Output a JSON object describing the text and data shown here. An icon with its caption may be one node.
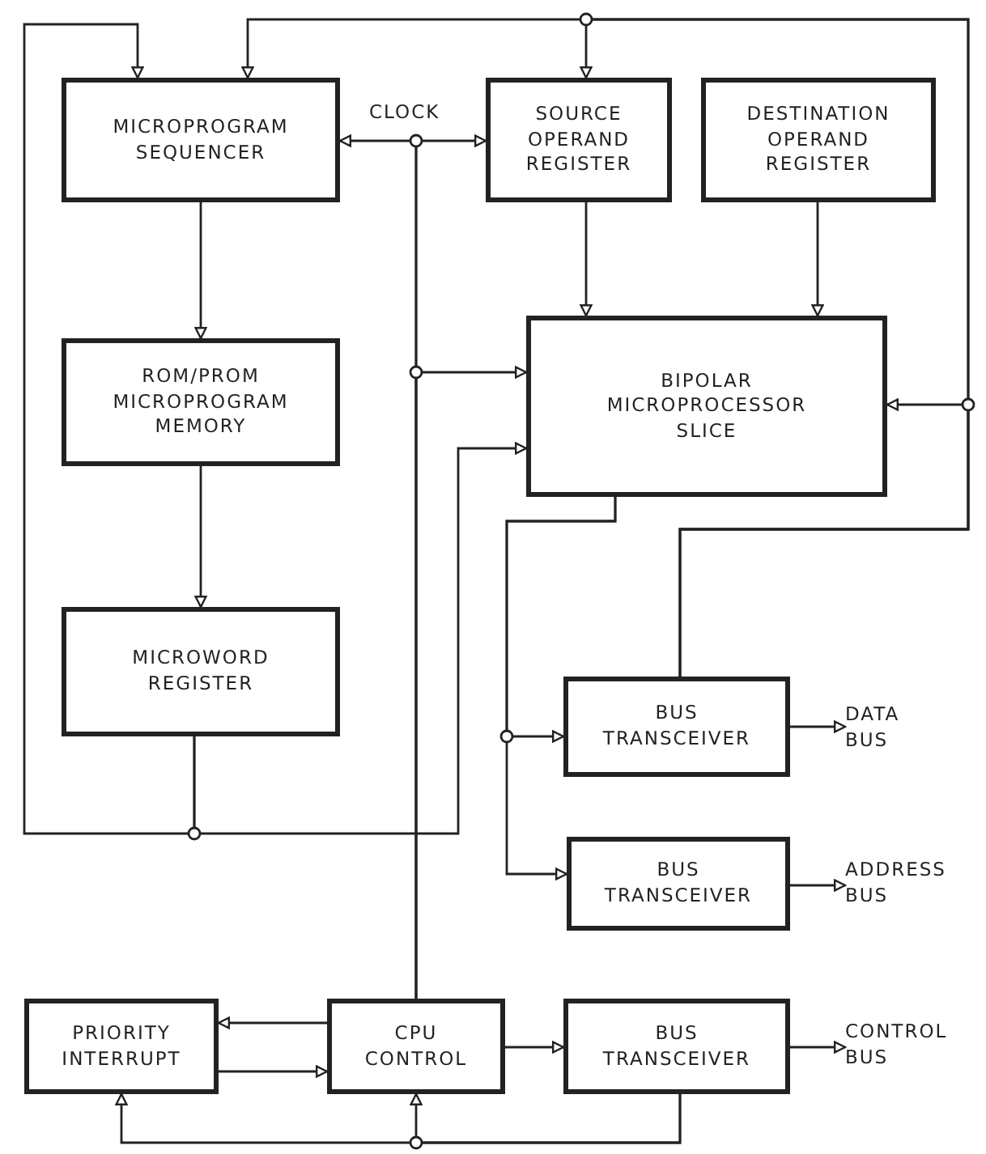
{
  "diagram": {
    "nodes": [
      {
        "text": [
          "MICROPROGRAM SEQUENCER"
        ]
      },
      {
        "text": [
          "SOURCE OPERAND REGISTER"
        ]
      },
      {
        "text": [
          "DESTINATION OPERAND REGISTER"
        ]
      },
      {
        "text": [
          "ROM/PROM MICROPROGRAM MEMORY"
        ]
      },
      {
        "text": [
          "BIPOLAR MICROPROCESSOR SLICE"
        ]
      },
      {
        "text": [
          "MICROWORD REGISTER"
        ]
      },
      {
        "text": [
          "BUS TRANSCEIVER"
        ]
      },
      {
        "text": [
          "DATA BUS"
        ]
      },
      {
        "text": [
          "BUS TRANSCEIVER"
        ]
      },
      {
        "text": [
          "ADDRESS BUS"
        ]
      },
      {
        "text": [
          "PRIORITY INTERRUPT"
        ]
      },
      {
        "text": [
          "CPU CONTROL"
        ]
      },
      {
        "text": [
          "BUS TRANSCEIVER"
        ]
      },
      {
        "text": [
          "CONTROL BUS"
        ]
      }
    ],
    "edges": [
      {
        "from": 0,
        "to": 3,
        "arrow": "to"
      },
      {
        "from": 3,
        "to": 5,
        "arrow": "to"
      },
      {
        "from": 1,
        "to": 4,
        "arrow": "to"
      },
      {
        "from": 2,
        "to": 4,
        "arrow": "to"
      },
      {
        "from": 11,
        "to": 0,
        "arrow": "to"
      },
      {
        "from": 11,
        "to": 1,
        "arrow": "to"
      },
      {
        "from": 11,
        "to": 4,
        "arrow": "to"
      },
      {
        "from": 5,
        "to": 0,
        "arrow": "to"
      },
      {
        "from": 5,
        "to": 4,
        "arrow": "to"
      },
      {
        "from": 6,
        "to": 0,
        "arrow": "to"
      },
      {
        "from": 6,
        "to": 1,
        "arrow": "to"
      },
      {
        "from": 6,
        "to": 4,
        "arrow": "to"
      },
      {
        "from": 4,
        "to": 6,
        "arrow": "to"
      },
      {
        "from": 4,
        "to": 8,
        "arrow": "to"
      },
      {
        "from": 6,
        "to": 7,
        "arrow": "to"
      },
      {
        "from": 8,
        "to": 9,
        "arrow": "to"
      },
      {
        "from": 12,
        "to": 13,
        "arrow": "to"
      },
      {
        "from": 11,
        "to": 10,
        "arrow": "to"
      },
      {
        "from": 10,
        "to": 11,
        "arrow": "to"
      },
      {
        "from": 11,
        "to": 12,
        "arrow": "to"
      },
      {
        "from": 12,
        "to": 10,
        "arrow": "to"
      },
      {
        "from": 12,
        "to": 11,
        "arrow": "to"
      }
    ],
    "labels": [
      "CLOCK"
    ]
  }
}
